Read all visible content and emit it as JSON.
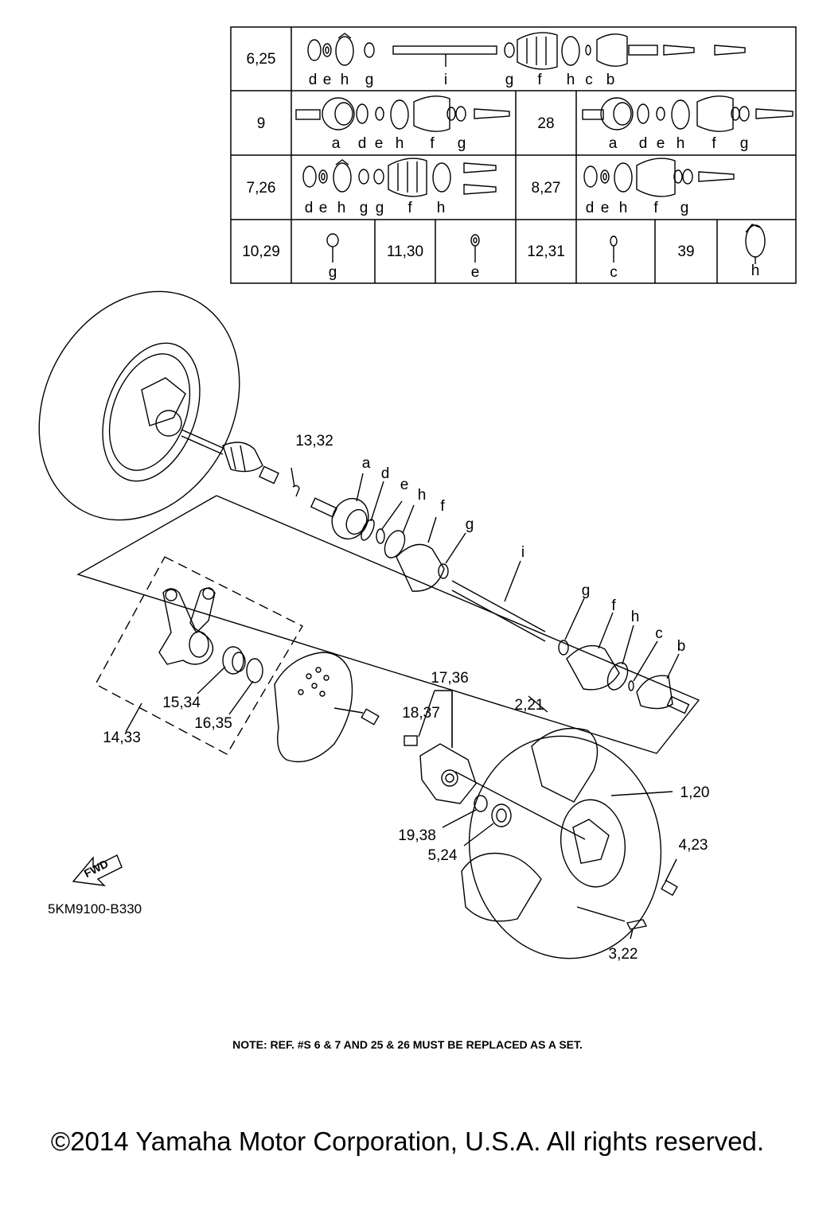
{
  "table": {
    "rows": [
      {
        "refs": "6,25",
        "letters": [
          "d",
          "e",
          "h",
          "g",
          "i",
          "g",
          "f",
          "h",
          "c",
          "b"
        ]
      },
      {
        "refs": "9",
        "letters": [
          "a",
          "d",
          "e",
          "h",
          "f",
          "g"
        ]
      },
      {
        "refs": "28",
        "letters": [
          "a",
          "d",
          "e",
          "h",
          "f",
          "g"
        ]
      },
      {
        "refs": "7,26",
        "letters": [
          "d",
          "e",
          "h",
          "g",
          "g",
          "f",
          "h"
        ]
      },
      {
        "refs": "8,27",
        "letters": [
          "d",
          "e",
          "h",
          "f",
          "g"
        ]
      },
      {
        "refs": "10,29",
        "letters": [
          "g"
        ]
      },
      {
        "refs": "11,30",
        "letters": [
          "e"
        ]
      },
      {
        "refs": "12,31",
        "letters": [
          "c"
        ]
      },
      {
        "refs": "39",
        "letters": [
          "h"
        ]
      }
    ]
  },
  "callouts": {
    "c13_32": "13,32",
    "a": "a",
    "d": "d",
    "e": "e",
    "h": "h",
    "f": "f",
    "g": "g",
    "i": "i",
    "g2": "g",
    "f2": "f",
    "h2": "h",
    "c": "c",
    "b": "b",
    "c17_36": "17,36",
    "c18_37": "18,37",
    "c2_21": "2,21",
    "c1_20": "1,20",
    "c4_23": "4,23",
    "c19_38": "19,38",
    "c5_24": "5,24",
    "c3_22": "3,22",
    "c15_34": "15,34",
    "c16_35": "16,35",
    "c14_33": "14,33"
  },
  "fwd_label": "FWD",
  "diagram_code": "5KM9100-B330",
  "note": "NOTE: REF. #S 6 & 7 AND 25 & 26 MUST BE REPLACED AS A SET.",
  "copyright": "©2014 Yamaha Motor Corporation, U.S.A. All rights reserved."
}
